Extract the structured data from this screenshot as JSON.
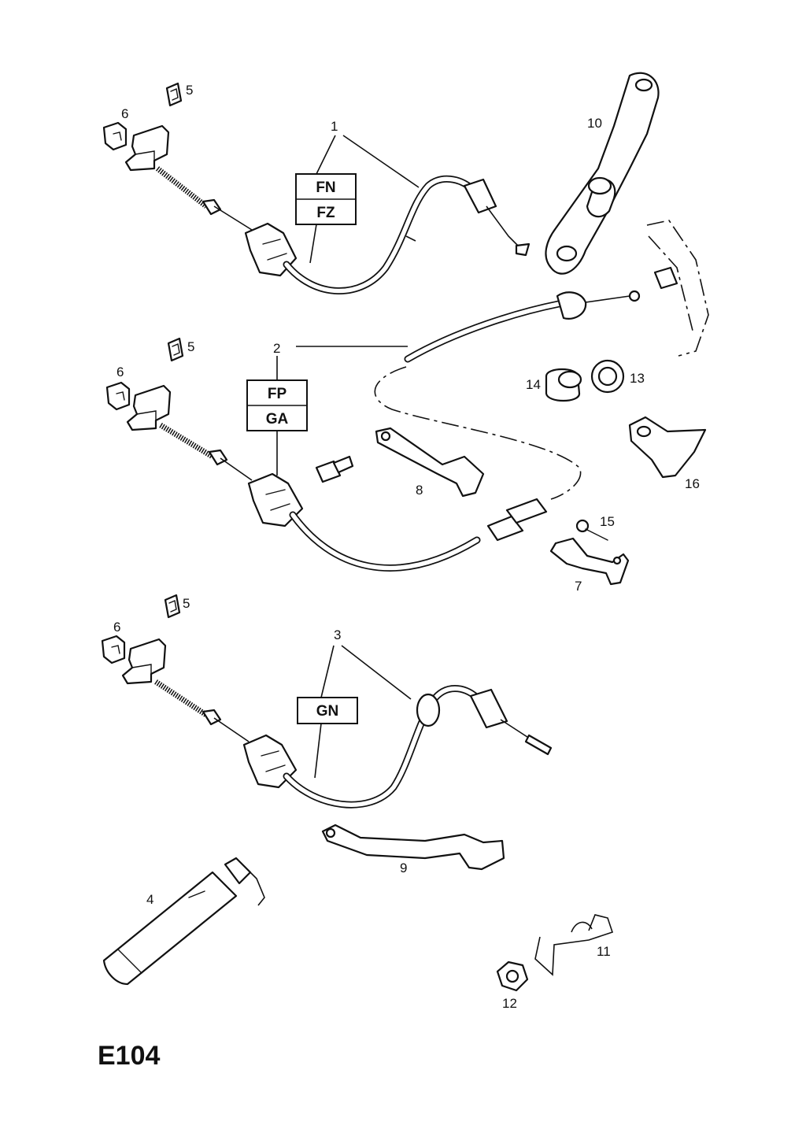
{
  "diagram": {
    "reference": "E104",
    "callouts": {
      "c1": "1",
      "c2": "2",
      "c3": "3",
      "c4": "4",
      "c5a": "5",
      "c5b": "5",
      "c5c": "5",
      "c6a": "6",
      "c6b": "6",
      "c6c": "6",
      "c7": "7",
      "c8": "8",
      "c9": "9",
      "c10": "10",
      "c11": "11",
      "c12": "12",
      "c13": "13",
      "c14": "14",
      "c15": "15",
      "c16": "16"
    },
    "variant_codes": {
      "cable1_top": "FN",
      "cable1_bottom": "FZ",
      "cable2_top": "FP",
      "cable2_bottom": "GA",
      "cable3": "GN"
    }
  }
}
